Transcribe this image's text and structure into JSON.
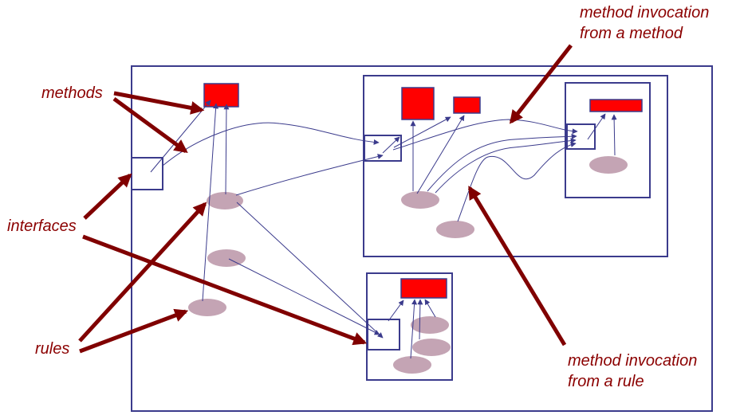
{
  "labels": {
    "methods": "methods",
    "interfaces": "interfaces",
    "rules": "rules",
    "invocation_from_method_line1": "method invocation",
    "invocation_from_method_line2": "from a method",
    "invocation_from_rule_line1": "method invocation",
    "invocation_from_rule_line2": "from a rule"
  },
  "colors": {
    "label_text": "#8b0000",
    "pointer_arrow": "#800000",
    "frame": "#3b3b8c",
    "method_fill": "#ff0000",
    "rule_fill": "#c4a4b4",
    "invocation_line": "#3b3b8c"
  }
}
